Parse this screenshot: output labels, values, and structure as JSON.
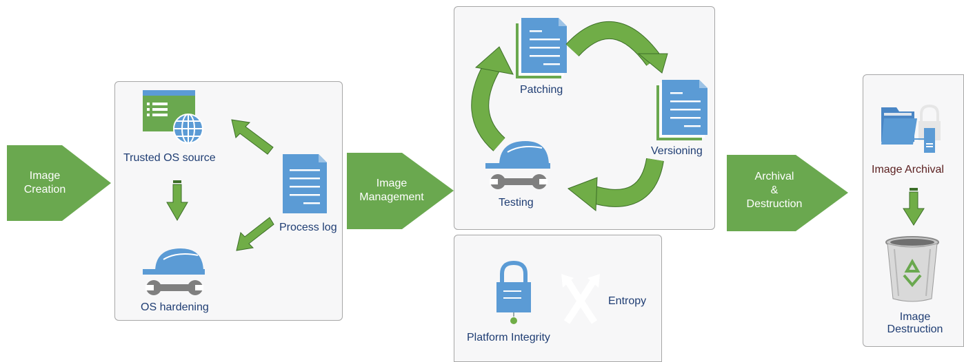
{
  "stages": {
    "creation": [
      "Image",
      "Creation"
    ],
    "management": [
      "Image",
      "Management"
    ],
    "archival": [
      "Archival",
      "&",
      "Destruction"
    ]
  },
  "creation_panel": {
    "trusted_os_source": "Trusted OS source",
    "process_log": "Process log",
    "os_hardening": "OS hardening"
  },
  "management_panel": {
    "patching": "Patching",
    "versioning": "Versioning",
    "testing": "Testing"
  },
  "integrity_panel": {
    "platform_integrity": "Platform Integrity",
    "entropy": "Entropy"
  },
  "archival_panel": {
    "image_archival": "Image Archival",
    "image_destruction": [
      "Image",
      "Destruction"
    ]
  },
  "colors": {
    "stage_green": "#6aa84f",
    "icon_blue": "#5b9bd5",
    "arrow_green": "#70ad47",
    "label_blue": "#1f3d73"
  }
}
